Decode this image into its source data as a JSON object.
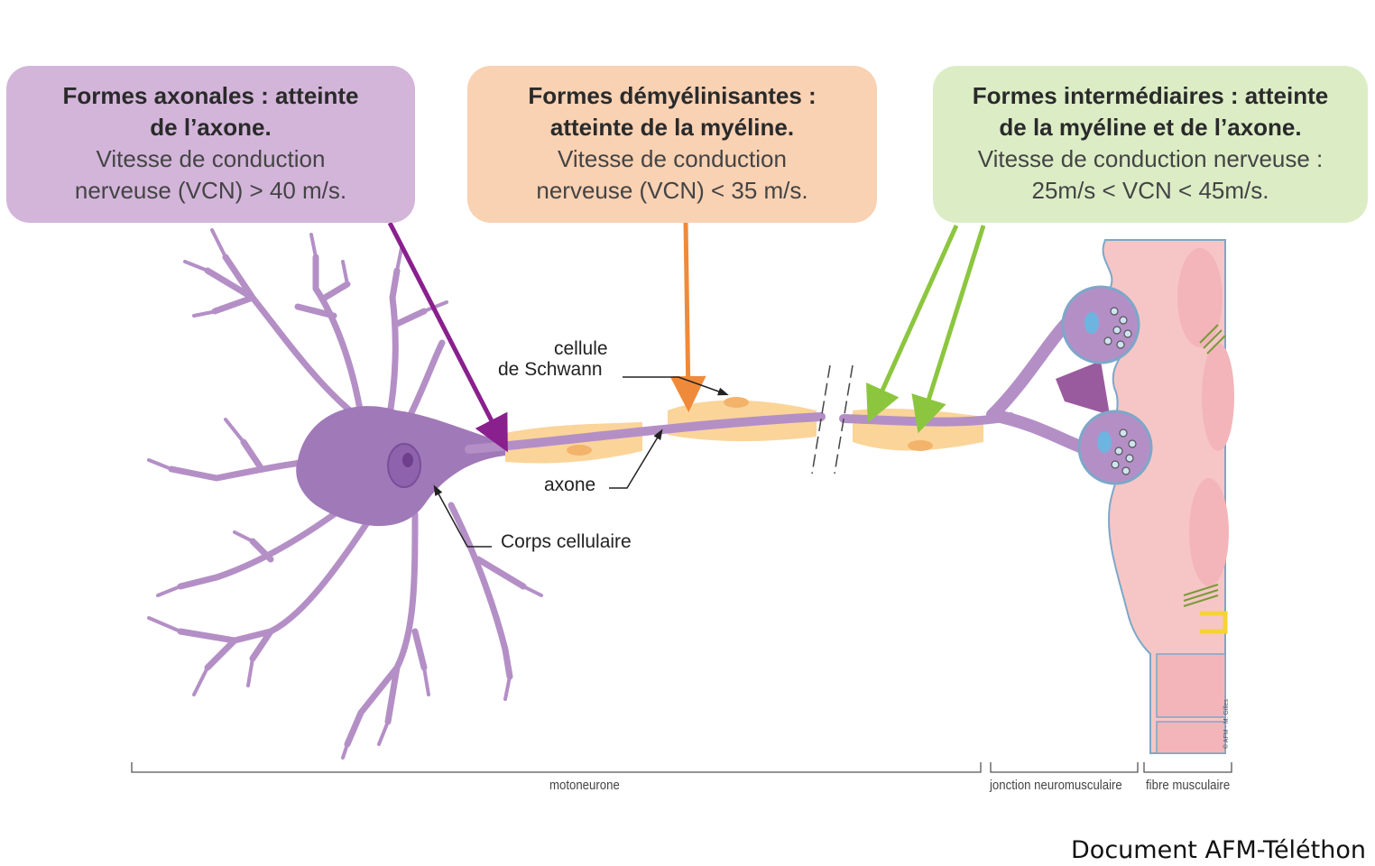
{
  "boxes": {
    "axonal": {
      "title_1": "Formes axonales : atteinte",
      "title_2": "de l’axone.",
      "text_1": "Vitesse de conduction",
      "text_2": "nerveuse  (VCN) > 40 m/s.",
      "color": "#d3b5da",
      "arrow_color": "#8a1f8e"
    },
    "demyel": {
      "title_1": "Formes démyélinisantes :",
      "title_2": "atteinte de la myéline.",
      "text_1": "Vitesse de conduction",
      "text_2": "nerveuse  (VCN) < 35 m/s.",
      "color": "#f9d1b3",
      "arrow_color": "#ef8a3a"
    },
    "inter": {
      "title_1": "Formes intermédiaires : atteinte",
      "title_2": "de la myéline et de l’axone.",
      "text_1": "Vitesse de conduction nerveuse :",
      "text_2": "25m/s < VCN < 45m/s.",
      "color": "#dcedc6",
      "arrow_color": "#8cc63f"
    }
  },
  "labels": {
    "schwann_1": "cellule",
    "schwann_2": "de Schwann",
    "axone": "axone",
    "corps": "Corps cellulaire"
  },
  "sections": {
    "motoneurone": "motoneurone",
    "jonction": "jonction neuromusculaire",
    "fibre": "fibre musculaire"
  },
  "copyright": "© AFM - M. Gilles",
  "credit": "Document AFM-Téléthon",
  "colors": {
    "neuron": "#b48fc6",
    "soma": "#a079b8",
    "myelin": "#fbd49a",
    "muscle": "#f6c6c6"
  }
}
